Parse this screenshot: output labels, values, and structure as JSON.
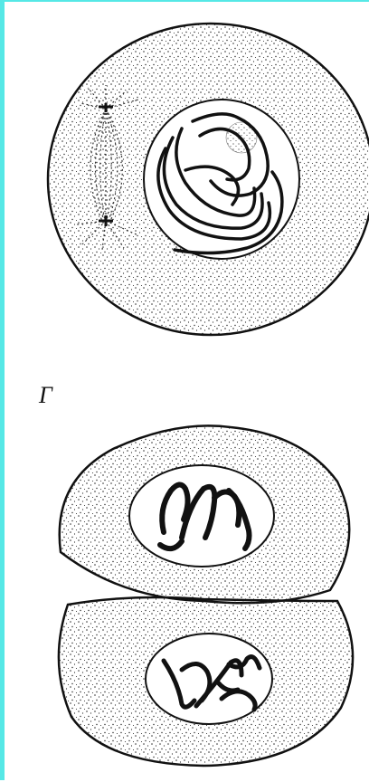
{
  "figure": {
    "label": "Г",
    "colors": {
      "border": "#56e8e6",
      "outline": "#111111",
      "stipple": "#222222",
      "background": "#ffffff"
    },
    "panels": [
      {
        "name": "prophase-cell",
        "icons": [
          "cell-membrane",
          "nucleus",
          "chromosomes",
          "nucleolus",
          "spindle",
          "centrioles"
        ]
      },
      {
        "name": "telophase-cells",
        "icons": [
          "daughter-cell-top",
          "daughter-cell-bottom",
          "daughter-nucleus-top",
          "daughter-nucleus-bottom"
        ]
      }
    ]
  }
}
